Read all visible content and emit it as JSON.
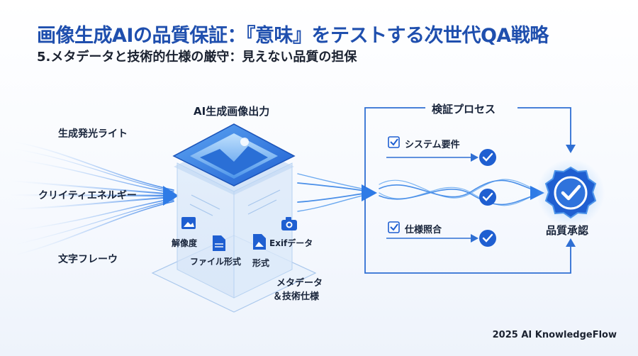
{
  "header": {
    "title": "画像生成AIの品質保証：『意味』をテストする次世代QA戦略",
    "subtitle": "5.メタデータと技術的仕様の厳守：見えない品質の担保"
  },
  "inputs": {
    "items": [
      "生成発光ライト",
      "クリイティエネルギー",
      "文字フレーウ"
    ]
  },
  "center": {
    "title": "AI生成画像出力",
    "attributes": [
      "解像度",
      "ファイル形式",
      "形式",
      "Exifデータ"
    ],
    "caption_line1": "メタデータ",
    "caption_line2": "＆技術仕様"
  },
  "process": {
    "title": "検証プロセス",
    "checks": [
      "システム要件",
      "仕様照合"
    ],
    "result": "品質承認"
  },
  "footer": {
    "credit": "2025 AI KnowledgeFlow"
  },
  "colors": {
    "accent": "#1f5fd1",
    "title": "#1f4fae",
    "light_blue": "#8fc1f5"
  }
}
